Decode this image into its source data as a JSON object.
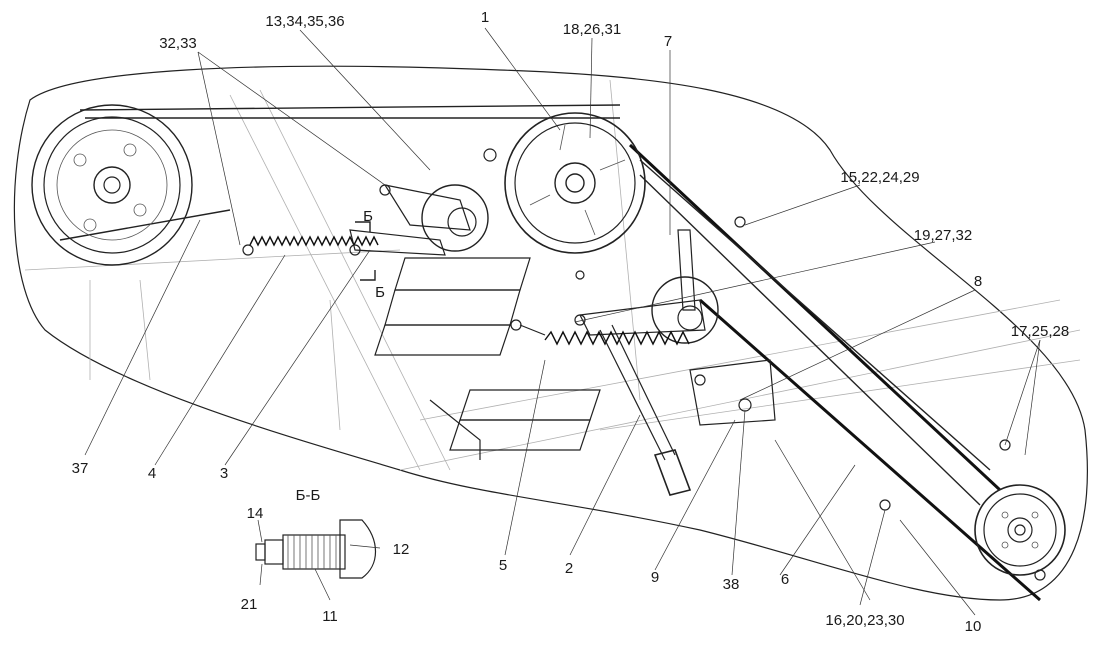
{
  "labels": {
    "l_3233": "32,33",
    "l_13": "13,34,35,36",
    "l_1": "1",
    "l_182631": "18,26,31",
    "l_7": "7",
    "l_15": "15,22,24,29",
    "l_19": "19,27,32",
    "l_8": "8",
    "l_17": "17,25,28",
    "l_37": "37",
    "l_4": "4",
    "l_3": "3",
    "l_5": "5",
    "l_2": "2",
    "l_9": "9",
    "l_38": "38",
    "l_6": "6",
    "l_16": "16,20,23,30",
    "l_10": "10",
    "l_14": "14",
    "l_12": "12",
    "l_21": "21",
    "l_11": "11",
    "section_title": "Б-Б",
    "section_mark_1": "Б",
    "section_mark_2": "Б"
  }
}
